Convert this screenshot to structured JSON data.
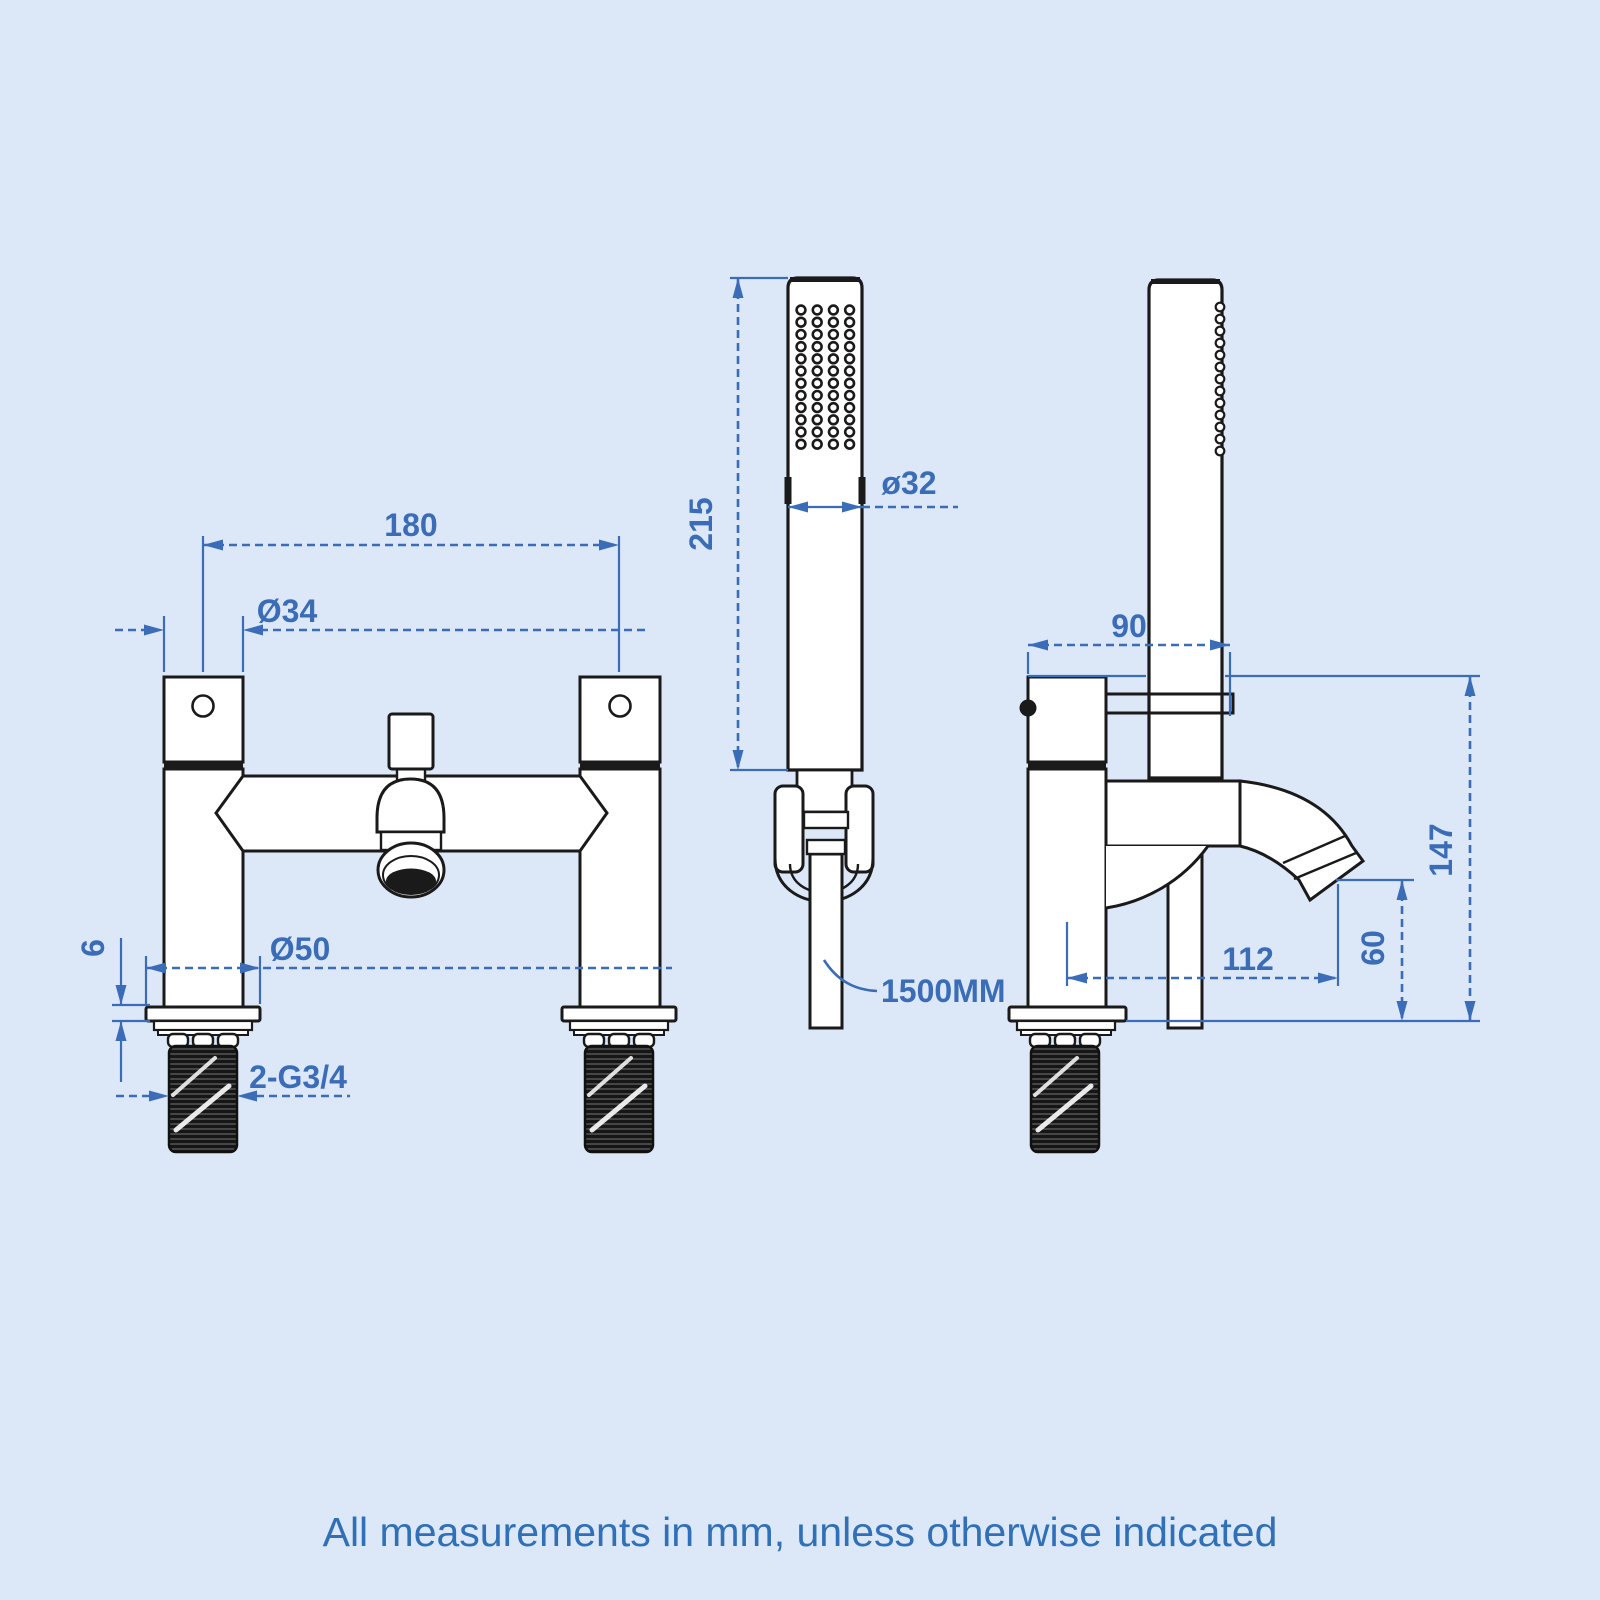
{
  "note": "All measurements in mm, unless otherwise indicated",
  "colors": {
    "background": "#dce8f7",
    "drawing_line": "#1a1a1a",
    "dimension_blue": "#3a6cb8",
    "note_blue": "#2f70b8"
  },
  "views": {
    "front": {
      "label": "bath-shower-mixer-front-view",
      "dimensions": {
        "tap_centres": "180",
        "pillar_diameter": "Ø34",
        "base_diameter": "Ø50",
        "deck_thickness": "6",
        "thread_size": "2-G3/4"
      }
    },
    "handset": {
      "label": "hand-shower-front-view",
      "dimensions": {
        "handset_length": "215",
        "handset_diameter": "ø32",
        "hose_length": "1500MM"
      }
    },
    "side": {
      "label": "bath-shower-mixer-side-view",
      "dimensions": {
        "body_depth": "90",
        "overall_height": "147",
        "spout_height": "60",
        "spout_reach": "112"
      }
    }
  }
}
